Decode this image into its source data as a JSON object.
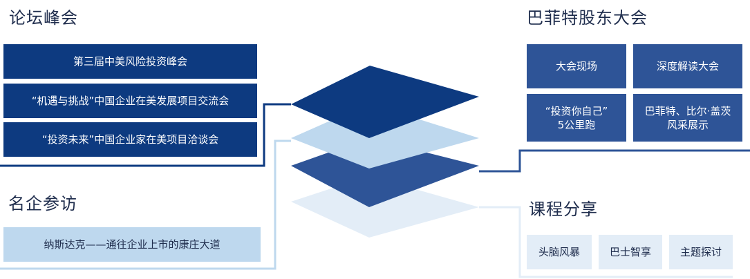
{
  "forum": {
    "title": "论坛峰会",
    "items": [
      "第三届中美风险投资峰会",
      "“机遇与挑战”中国企业在美发展项目交流会",
      "“投资未来”中国企业家在美项目洽谈会"
    ]
  },
  "visits": {
    "title": "名企参访",
    "items": [
      "纳斯达克——通往企业上市的康庄大道"
    ]
  },
  "buffett": {
    "title": "巴菲特股东大会",
    "items": [
      "大会现场",
      "深度解读大会",
      "“投资你自己”",
      "5公里跑",
      "巴菲特、比尔·盖茨",
      "风采展示"
    ]
  },
  "courses": {
    "title": "课程分享",
    "items": [
      "头脑风暴",
      "巴士智享",
      "主题探讨"
    ]
  }
}
